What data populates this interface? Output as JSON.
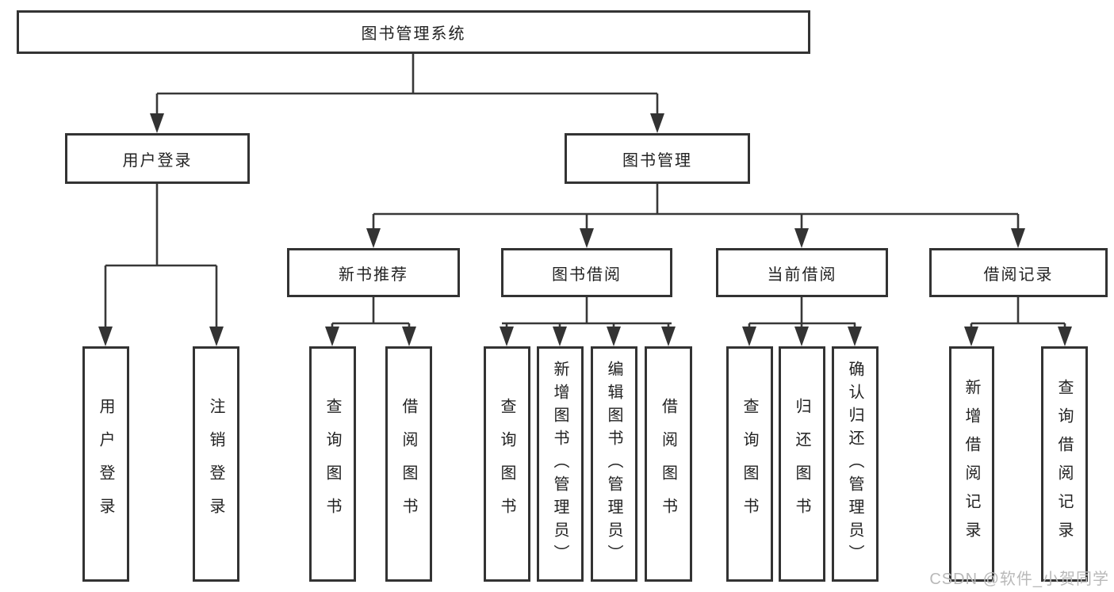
{
  "diagram": {
    "tree": {
      "root": {
        "label": "图书管理系统",
        "children": [
          {
            "label": "用户登录",
            "children": [
              {
                "label": "用户登录"
              },
              {
                "label": "注销登录"
              }
            ]
          },
          {
            "label": "图书管理",
            "children": [
              {
                "label": "新书推荐",
                "children": [
                  {
                    "label": "查询图书"
                  },
                  {
                    "label": "借阅图书"
                  }
                ]
              },
              {
                "label": "图书借阅",
                "children": [
                  {
                    "label": "查询图书"
                  },
                  {
                    "label": "新增图书（管理员）"
                  },
                  {
                    "label": "编辑图书（管理员）"
                  },
                  {
                    "label": "借阅图书"
                  }
                ]
              },
              {
                "label": "当前借阅",
                "children": [
                  {
                    "label": "查询图书"
                  },
                  {
                    "label": "归还图书"
                  },
                  {
                    "label": "确认归还（管理员）"
                  }
                ]
              },
              {
                "label": "借阅记录",
                "children": [
                  {
                    "label": "新增借阅记录"
                  },
                  {
                    "label": "查询借阅记录"
                  }
                ]
              }
            ]
          }
        ]
      }
    },
    "watermark": "CSDN @软件_小贺同学",
    "colors": {
      "line": "#383838",
      "box_border": "#333333",
      "text": "#222222",
      "watermark": "#b9b9b9",
      "background": "#ffffff"
    }
  }
}
